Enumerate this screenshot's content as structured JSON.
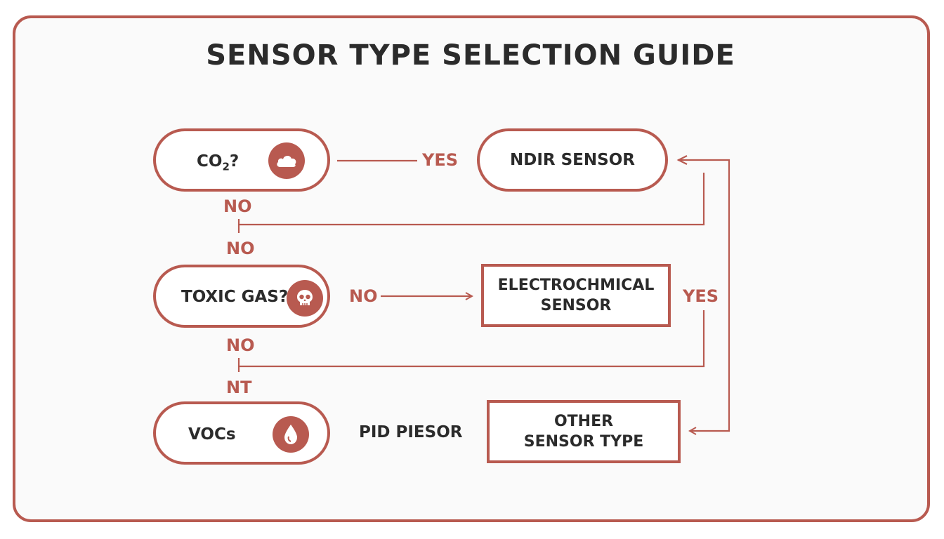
{
  "title": "SENSOR TYPE SELECTION GUIDE",
  "colors": {
    "accent": "#b85a50",
    "text": "#2b2b2b",
    "background": "#fafafa"
  },
  "nodes": {
    "co2_question": {
      "label_main": "CO",
      "label_sub": "2",
      "label_suffix": "?",
      "icon": "cloud-icon"
    },
    "ndir_sensor": {
      "label": "NDIR SENSOR"
    },
    "toxic_gas_question": {
      "label": "TOXIC GAS?",
      "icon": "skull-icon"
    },
    "electrochemical_sensor": {
      "line1": "ELECTROCHMICAL",
      "line2": "SENSOR"
    },
    "vocs_question": {
      "label": "VOCs",
      "icon": "drop-icon"
    },
    "pid_sensor": {
      "label": "PID PIESOR"
    },
    "other_sensor": {
      "line1": "OTHER",
      "line2": "SENSOR TYPE"
    }
  },
  "edge_labels": {
    "co2_yes": "YES",
    "co2_no": "NO",
    "no_second": "NO",
    "toxic_no_right": "NO",
    "toxic_yes": "YES",
    "toxic_no_down": "NO",
    "nt": "NT"
  }
}
